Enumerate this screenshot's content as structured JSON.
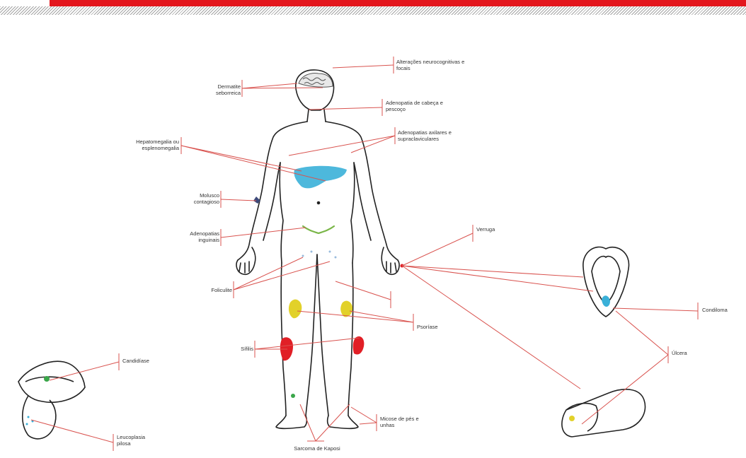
{
  "labels": {
    "alteracoes": "Alterações neurocognitivas e focais",
    "dermatite": "Dermatite seborreica",
    "adeno_cabeca": "Adenopatia de cabeça e pescoço",
    "adeno_axilares": "Adenopatias axilares e supraclaviculares",
    "hepato": "Hepatomegalia ou esplenomegalia",
    "molusco": "Molusco contagioso",
    "adeno_inguinais": "Adenopatias inguinais",
    "verruga": "Verruga",
    "foliculite": "Foliculite",
    "psoriase": "Psoríase",
    "sifilis": "Sífilis",
    "condiloma": "Condiloma",
    "ulcera": "Úlcera",
    "candidiase": "Candidíase",
    "leucoplasia": "Leucoplasia pilosa",
    "micose": "Micose de pés e unhas",
    "sarcoma": "Sarcoma de Kaposi"
  },
  "colors": {
    "accent": "#e3161d",
    "leader": "#d9534f",
    "liver": "#3ab0d8",
    "psoriasis": "#e2d12a",
    "syphilis": "#e11f26",
    "candida": "#3aa64a",
    "kaposi": "#3aa64a"
  }
}
